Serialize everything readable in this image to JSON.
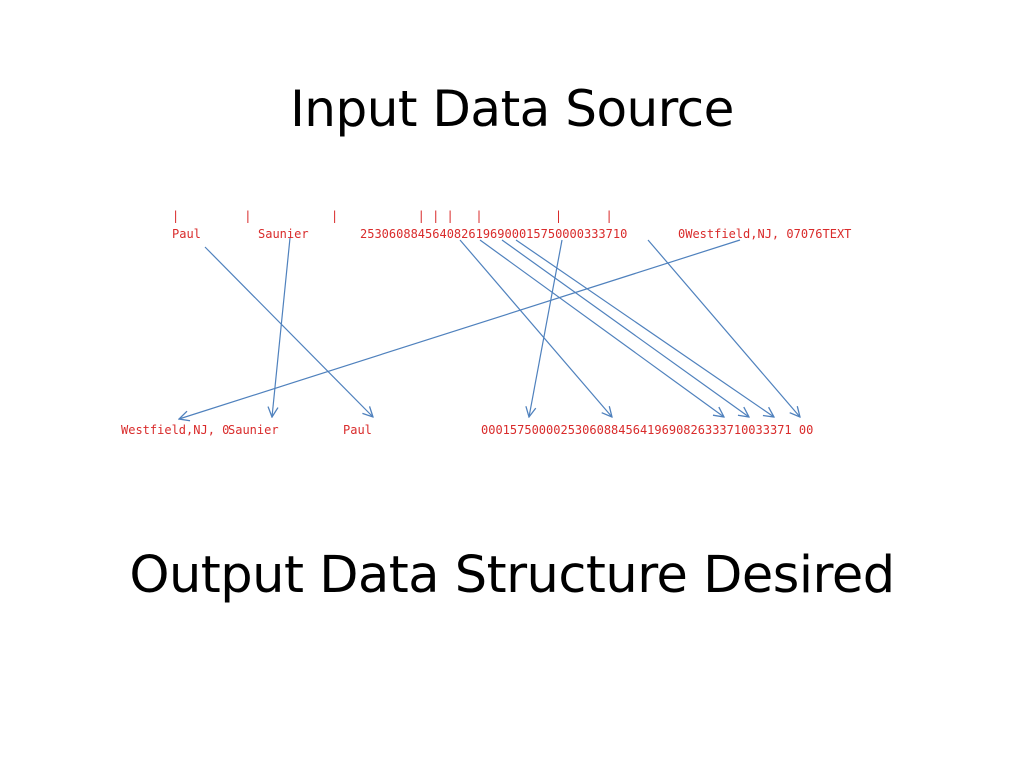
{
  "slide": {
    "title_top": "Input Data Source",
    "title_bottom": "Output Data Structure Desired"
  },
  "input": {
    "tick_marks": "|         |           |           | | |   |          |      |",
    "fields": [
      {
        "id": "first-name",
        "text": "Paul"
      },
      {
        "id": "last-name",
        "text": "Saunier"
      },
      {
        "id": "numeric-block",
        "text": "2530608845640826196900015750000333710"
      },
      {
        "id": "address-block",
        "text": "0Westfield,NJ, 07076TEXT"
      }
    ]
  },
  "output": {
    "fields": [
      {
        "id": "address",
        "text": "Westfield,NJ, 0"
      },
      {
        "id": "last-name",
        "text": "Saunier"
      },
      {
        "id": "first-name",
        "text": "Paul"
      },
      {
        "id": "numeric-block",
        "text": "0001575000025306088456419690826333710033371 00"
      }
    ]
  },
  "colors": {
    "text": "#d92b2b",
    "arrow": "#4f81bd",
    "title": "#000000"
  }
}
